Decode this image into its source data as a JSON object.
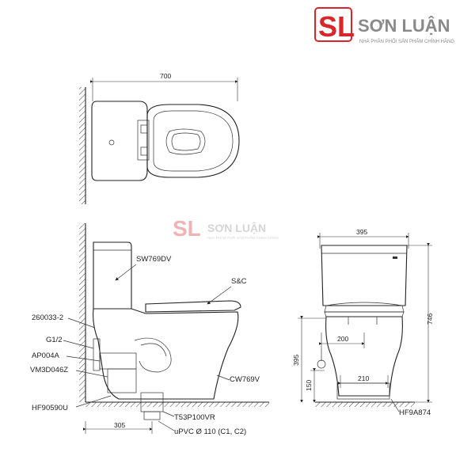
{
  "brand": {
    "name": "SƠN LUẬN",
    "tagline": "NHÀ PHÂN PHỐI SẢN PHẨM CHÍNH HÃNG",
    "mark": "SL",
    "color_red": "#d9262a",
    "color_gray": "#8a8a8a"
  },
  "watermark": {
    "name": "SƠN LUẬN",
    "tagline": "NHÀ PHÂN PHỐI SẢN PHẨM CHÍNH HÃNG",
    "mark": "SL"
  },
  "dimensions": {
    "top_width": "700",
    "front_width": "395",
    "front_height": "746",
    "outlet_offset": "200",
    "height_395": "395",
    "height_150": "150",
    "spacing_210": "210",
    "rear_distance": "305"
  },
  "labels": {
    "tank": "SW769DV",
    "seat": "S&C",
    "bowl": "CW769V",
    "part_260033": "260033-2",
    "g12": "G1/2",
    "ap004a": "AP004A",
    "vm3d046z": "VM3D046Z",
    "hf90590u": "HF90590U",
    "t53p100vr": "T53P100VR",
    "upvc": "uPVC Ø 110 (C1, C2)",
    "hf9a874": "HF9A874"
  }
}
